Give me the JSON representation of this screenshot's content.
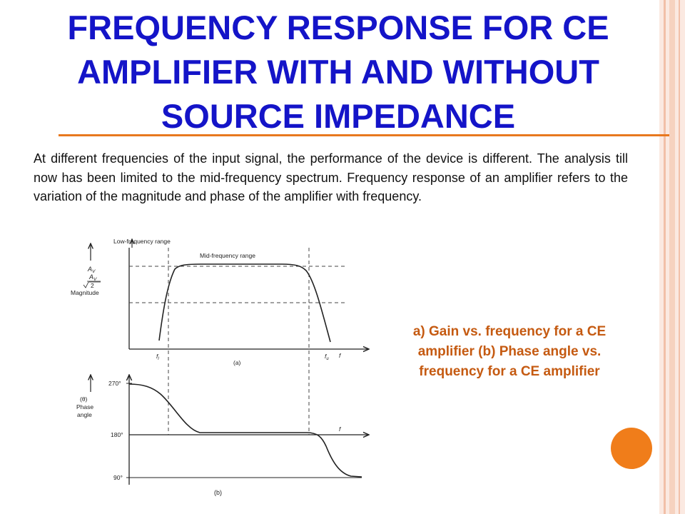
{
  "slide": {
    "title": "FREQUENCY RESPONSE FOR CE AMPLIFIER WITH AND WITHOUT SOURCE IMPEDANCE",
    "body": "At different frequencies of the input signal, the performance of the device is different. The analysis till now has been limited to the mid-frequency spectrum. Frequency response of an amplifier refers to the variation of the magnitude and phase of the amplifier with frequency.",
    "caption": "a) Gain vs. frequency for a CE amplifier (b) Phase angle vs. frequency for a CE amplifier",
    "colors": {
      "title": "#1414c8",
      "accent": "#e8781e",
      "caption": "#c55a11"
    }
  },
  "figure": {
    "gain": {
      "label_low": "Low-frequency range",
      "label_mid": "Mid-frequency range",
      "y_label_av": "A",
      "y_label_av_sub": "V",
      "y_label_half_num": "A",
      "y_label_half_num_sub": "V",
      "y_label_half_den": "2",
      "y_label_magnitude": "Magnitude",
      "x_fl": "f",
      "x_fl_sub": "l",
      "x_fu": "f",
      "x_fu_sub": "u",
      "x_f": "f",
      "panel_label": "(a)"
    },
    "phase": {
      "y_label_theta": "(θ)",
      "y_label_phase": "Phase",
      "y_label_angle": "angle",
      "tick_270": "270°",
      "tick_180": "180°",
      "tick_90": "90°",
      "x_f": "f",
      "panel_label": "(b)"
    }
  }
}
